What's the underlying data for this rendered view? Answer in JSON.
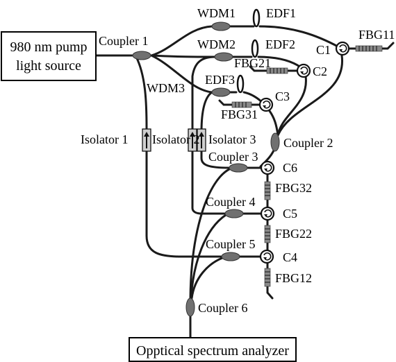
{
  "diagram": {
    "source_box": {
      "line1": "980 nm pump",
      "line2": "light source"
    },
    "analyzer_box": {
      "label": "Opptical spectrum analyzer"
    },
    "couplers": {
      "c1": "Coupler 1",
      "c2": "Coupler 2",
      "c3": "Coupler 3",
      "c4": "Coupler 4",
      "c5": "Coupler 5",
      "c6": "Coupler 6"
    },
    "wdms": {
      "w1": "WDM1",
      "w2": "WDM2",
      "w3": "WDM3"
    },
    "edfs": {
      "e1": "EDF1",
      "e2": "EDF2",
      "e3": "EDF3"
    },
    "circulators": {
      "c1": "C1",
      "c2": "C2",
      "c3": "C3",
      "c4": "C4",
      "c5": "C5",
      "c6": "C6"
    },
    "fbgs": {
      "f11": "FBG11",
      "f21": "FBG21",
      "f31": "FBG31",
      "f12": "FBG12",
      "f22": "FBG22",
      "f32": "FBG32"
    },
    "isolators": {
      "i1": "Isolator 1",
      "i2": "Isolator 2",
      "i3": "Isolator 3"
    }
  }
}
